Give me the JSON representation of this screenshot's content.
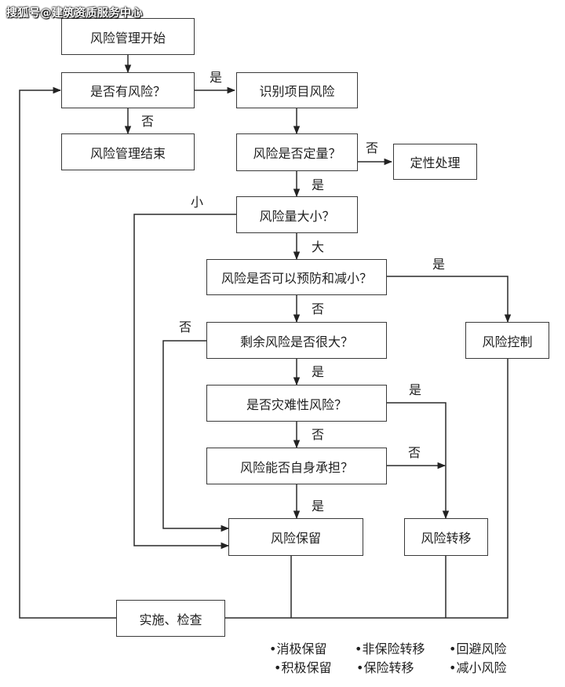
{
  "watermark": "搜狐号@建筑资质服务中心",
  "nodes": {
    "start": "风险管理开始",
    "has_risk": "是否有风险？",
    "end": "风险管理结束",
    "identify": "识别项目风险",
    "quantify": "风险是否定量？",
    "qualitative": "定性处理",
    "size": "风险量大小？",
    "preventable": "风险是否可以预防和减小？",
    "control": "风险控制",
    "residual_large": "剩余风险是否很大？",
    "catastrophic": "是否灾难性风险？",
    "self_bear": "风险能否自身承担？",
    "retain": "风险保留",
    "transfer": "风险转移",
    "implement": "实施、检查"
  },
  "edge_labels": {
    "has_risk_yes": "是",
    "has_risk_no": "否",
    "quantify_no": "否",
    "quantify_yes": "是",
    "size_small": "小",
    "size_large": "大",
    "preventable_yes": "是",
    "preventable_no": "否",
    "residual_no": "否",
    "residual_yes": "是",
    "catastrophic_yes": "是",
    "catastrophic_no": "否",
    "self_bear_no": "否",
    "self_bear_yes": "是"
  },
  "legend": [
    "•消极保留",
    "•非保险转移",
    "•回避风险",
    "•积极保留",
    "•保险转移",
    "•减小风险"
  ]
}
